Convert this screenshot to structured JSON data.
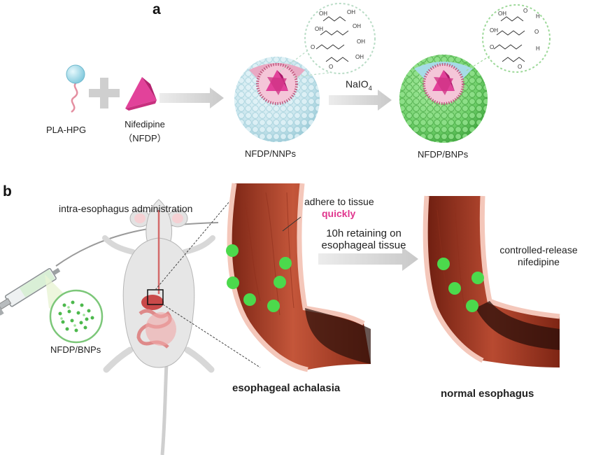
{
  "panel_a": {
    "letter": "a",
    "pla_hpg": "PLA-HPG",
    "nifedipine": "Nifedipine",
    "nfdp_paren": "（NFDP）",
    "oxidant_main": "NaIO",
    "oxidant_sub": "4",
    "nnp": "NFDP/NNPs",
    "bnp": "NFDP/BNPs",
    "colors": {
      "nnp_shell": "#cde9f0",
      "bnp_shell": "#7ed67a",
      "drug_core": "#e2429a",
      "arrow": "#cfcfcf"
    }
  },
  "panel_b": {
    "letter": "b",
    "administration": "intra-esophagus administration",
    "particles": "NFDP/BNPs",
    "adhere": "adhere to tissue",
    "quickly": "quickly",
    "retain_line1": "10h retaining on",
    "retain_line2": "esophageal tissue",
    "release_line1": "controlled-release",
    "release_line2": "nifedipine",
    "achalasia": "esophageal achalasia",
    "normal": "normal esophagus",
    "colors": {
      "nanoparticle": "#4cd94c",
      "quickly_text": "#e0358d",
      "tissue": "#b5412c"
    }
  }
}
